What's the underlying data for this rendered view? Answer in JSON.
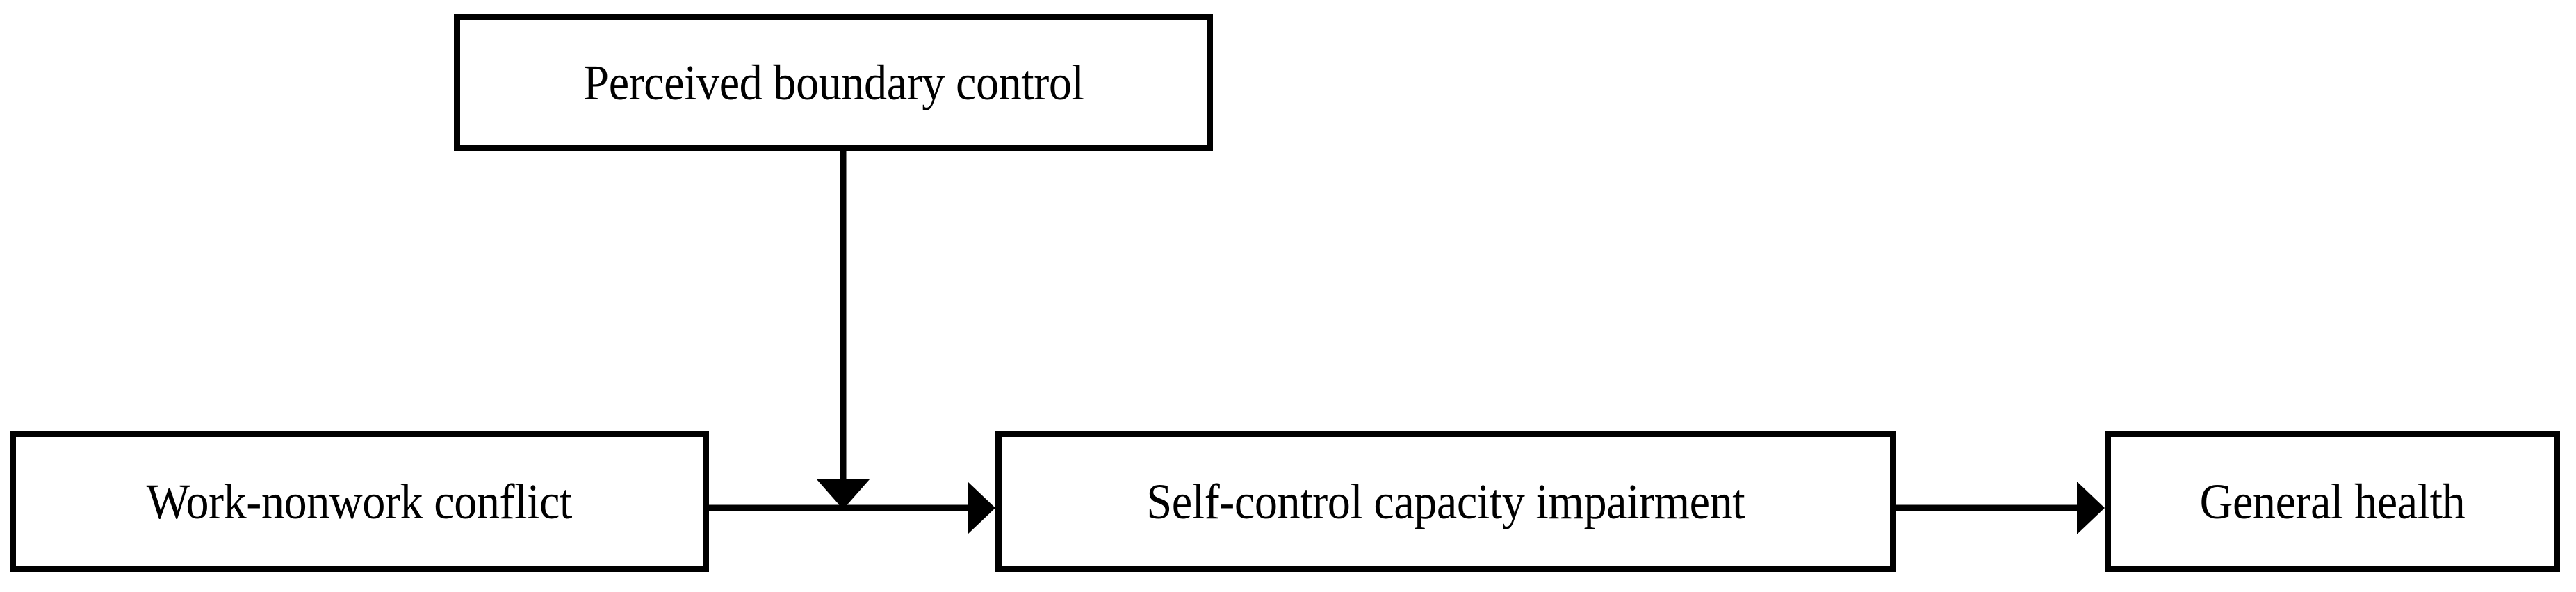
{
  "diagram": {
    "type": "flowchart",
    "orientation": "left-to-right",
    "background_color": "#ffffff",
    "line_color": "#000000",
    "text_color": "#000000",
    "nodes": [
      {
        "id": "perceived-boundary-control",
        "label": "Perceived boundary control",
        "shape": "rectangle",
        "role": "moderator"
      },
      {
        "id": "work-nonwork-conflict",
        "label": "Work-nonwork conflict",
        "shape": "rectangle",
        "role": "predictor"
      },
      {
        "id": "self-control-capacity-impairment",
        "label": "Self-control capacity impairment",
        "shape": "rectangle",
        "role": "mediator"
      },
      {
        "id": "general-health",
        "label": "General health",
        "shape": "rectangle",
        "role": "outcome"
      }
    ],
    "edges": [
      {
        "id": "edge-conflict-to-impairment",
        "from": "work-nonwork-conflict",
        "to": "self-control-capacity-impairment",
        "direction": "horizontal",
        "arrowhead": "solid-triangle",
        "label": ""
      },
      {
        "id": "edge-impairment-to-health",
        "from": "self-control-capacity-impairment",
        "to": "general-health",
        "direction": "horizontal",
        "arrowhead": "solid-triangle",
        "label": ""
      },
      {
        "id": "edge-boundary-control-to-path",
        "from": "perceived-boundary-control",
        "to": "edge-conflict-to-impairment",
        "direction": "vertical-down",
        "arrowhead": "solid-triangle",
        "label": ""
      }
    ]
  }
}
